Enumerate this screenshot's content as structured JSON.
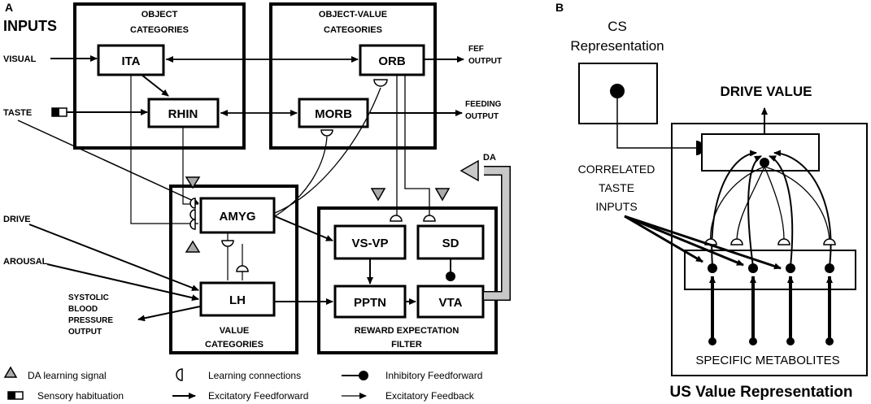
{
  "panel_a": {
    "panel_label": "A",
    "inputs_title": "INPUTS",
    "object_categories": [
      "OBJECT",
      "CATEGORIES"
    ],
    "object_value_categories": [
      "OBJECT-VALUE",
      "CATEGORIES"
    ],
    "value_categories": [
      "VALUE",
      "CATEGORIES"
    ],
    "reward_expectation_filter": [
      "REWARD EXPECTATION",
      "FILTER"
    ],
    "nodes": {
      "ita": "ITA",
      "rhin": "RHIN",
      "orb": "ORB",
      "morb": "MORB",
      "amyg": "AMYG",
      "lh": "LH",
      "vsvp": "VS-VP",
      "sd": "SD",
      "pptn": "PPTN",
      "vta": "VTA"
    },
    "inputs": {
      "visual": "VISUAL",
      "taste": "TASTE",
      "drive": "DRIVE",
      "arousal": "AROUSAL"
    },
    "outputs": {
      "fef": [
        "FEF",
        "OUTPUT"
      ],
      "feeding": [
        "FEEDING",
        "OUTPUT"
      ],
      "systolic": [
        "SYSTOLIC",
        "BLOOD",
        "PRESSURE",
        "OUTPUT"
      ],
      "da": "DA"
    },
    "legend": {
      "da_signal": "DA learning signal",
      "habituation": "Sensory habituation",
      "learning": "Learning connections",
      "exc_ff": "Excitatory Feedforward",
      "inh_ff": "Inhibitory   Feedforward",
      "exc_fb": "Excitatory Feedback"
    }
  },
  "panel_b": {
    "panel_label": "B",
    "cs_rep": [
      "CS",
      "Representation"
    ],
    "drive_value": "DRIVE VALUE",
    "correlated": [
      "CORRELATED",
      "TASTE",
      "INPUTS"
    ],
    "specific_metabolites": "SPECIFIC METABOLITES",
    "us_rep": "US Value Representation"
  }
}
